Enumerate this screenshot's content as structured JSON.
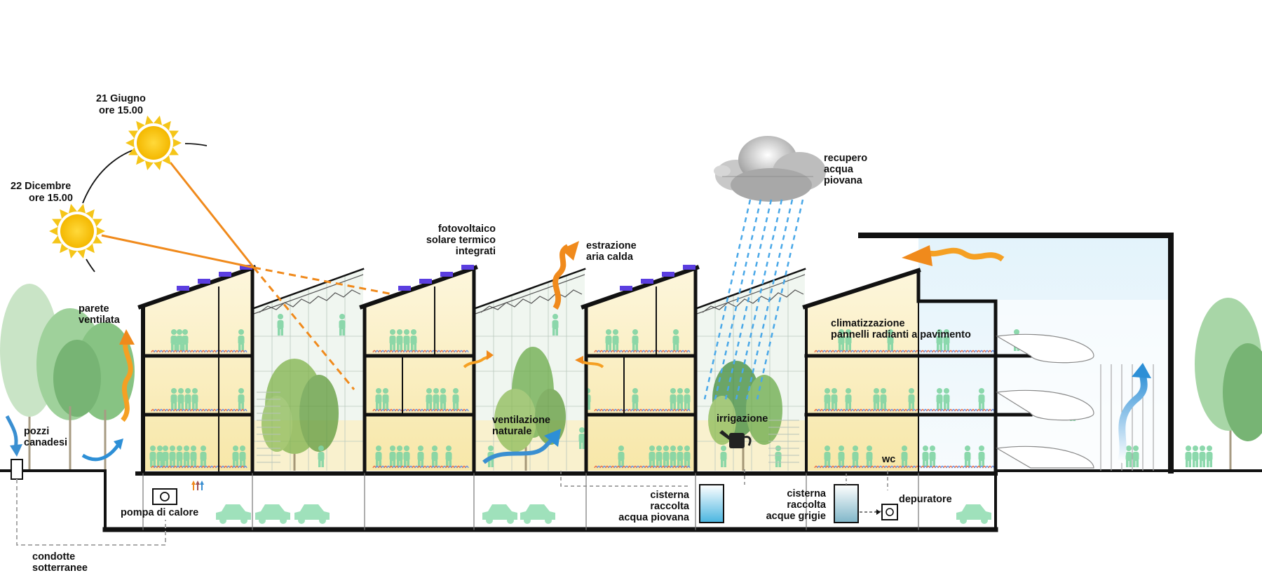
{
  "labels": {
    "sun_summer": [
      "21 Giugno",
      "ore 15.00"
    ],
    "sun_winter": [
      "22 Dicembre",
      "ore 15.00"
    ],
    "pv": [
      "fotovoltaico",
      "solare termico",
      "integrati"
    ],
    "hot_air": [
      "estrazione",
      "aria calda"
    ],
    "rain": [
      "recupero",
      "acqua",
      "piovana"
    ],
    "facade": [
      "parete",
      "ventilata"
    ],
    "wells": [
      "pozzi",
      "canadesi"
    ],
    "ventilation": [
      "ventilazione",
      "naturale"
    ],
    "irrigation": [
      "irrigazione"
    ],
    "climate": [
      "climatizzazione",
      "pannelli radianti a pavimento"
    ],
    "wc": [
      "wc"
    ],
    "heat_pump": [
      "pompa di calore"
    ],
    "ducts": [
      "condotte",
      "sotterranee"
    ],
    "rain_tank": [
      "cisterna",
      "raccolta",
      "acqua piovana"
    ],
    "grey_tank": [
      "cisterna",
      "raccolta",
      "acque grigie"
    ],
    "purifier": [
      "depuratore"
    ]
  },
  "colors": {
    "sun": "#f5c518",
    "sun_ray": "#f08a1c",
    "building_fill": "#fbf1cf",
    "glass_fill": "#eef5ee",
    "tree_green": "#4aa043",
    "people_green": "#7fd4a3",
    "pv_panel": "#5b3ee0",
    "rain_blue": "#4aa8e8",
    "structure": "#111111"
  },
  "icons": [
    "sun-icon",
    "cloud-icon",
    "tree-icon",
    "person-icon",
    "car-icon",
    "watering-can-icon",
    "heat-pump-icon",
    "tank-icon",
    "airflow-arrow-icon"
  ]
}
